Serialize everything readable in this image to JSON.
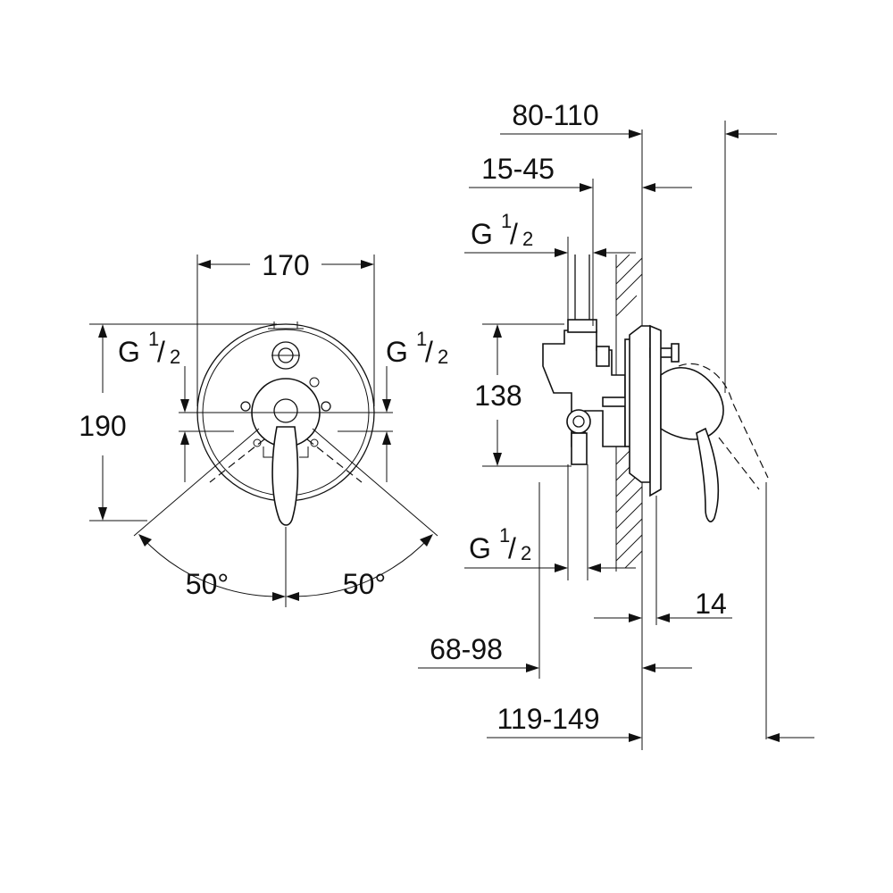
{
  "front_view": {
    "width_label": "170",
    "height_label": "190",
    "thread_left": {
      "base": "G",
      "num": "1",
      "den": "2"
    },
    "thread_right": {
      "base": "G",
      "num": "1",
      "den": "2"
    },
    "angle_left": "50°",
    "angle_right": "50°"
  },
  "side_view": {
    "dim_80_110": "80-110",
    "dim_15_45": "15-45",
    "thread_top": {
      "base": "G",
      "num": "1",
      "den": "2"
    },
    "dim_138": "138",
    "thread_bottom": {
      "base": "G",
      "num": "1",
      "den": "2"
    },
    "dim_14": "14",
    "dim_68_98": "68-98",
    "dim_119_149": "119-149"
  }
}
